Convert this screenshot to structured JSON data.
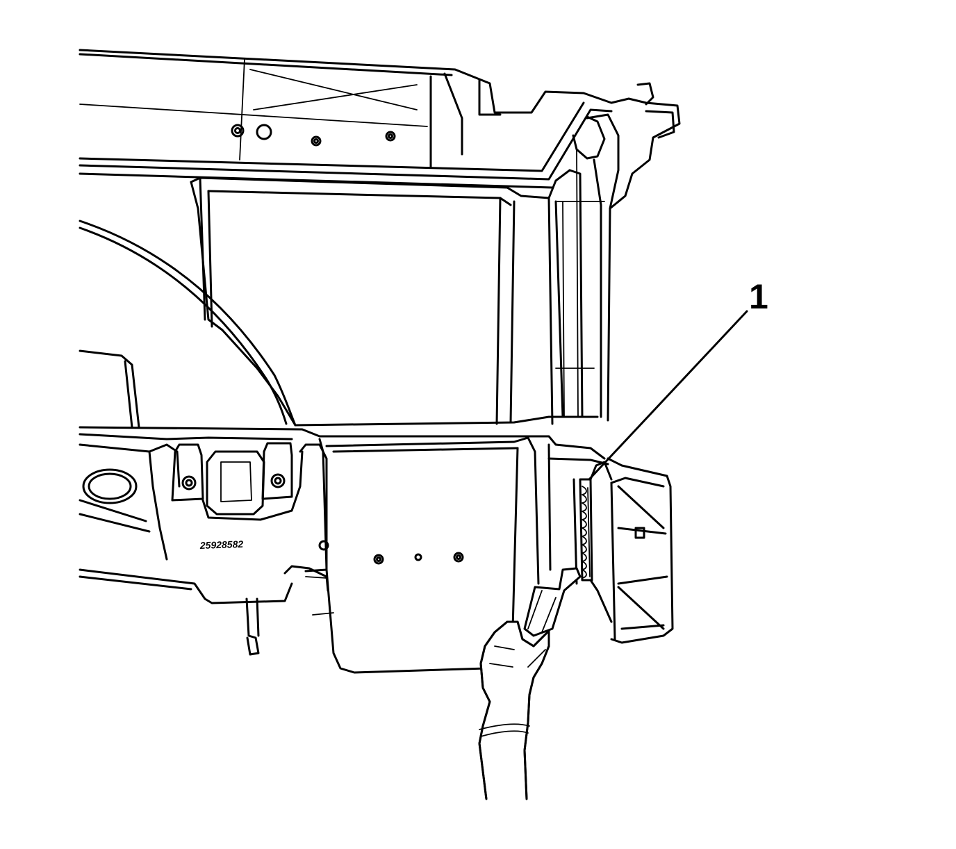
{
  "callouts": [
    {
      "id": "1",
      "label": "1"
    }
  ],
  "stamp": {
    "text": "25928582"
  }
}
